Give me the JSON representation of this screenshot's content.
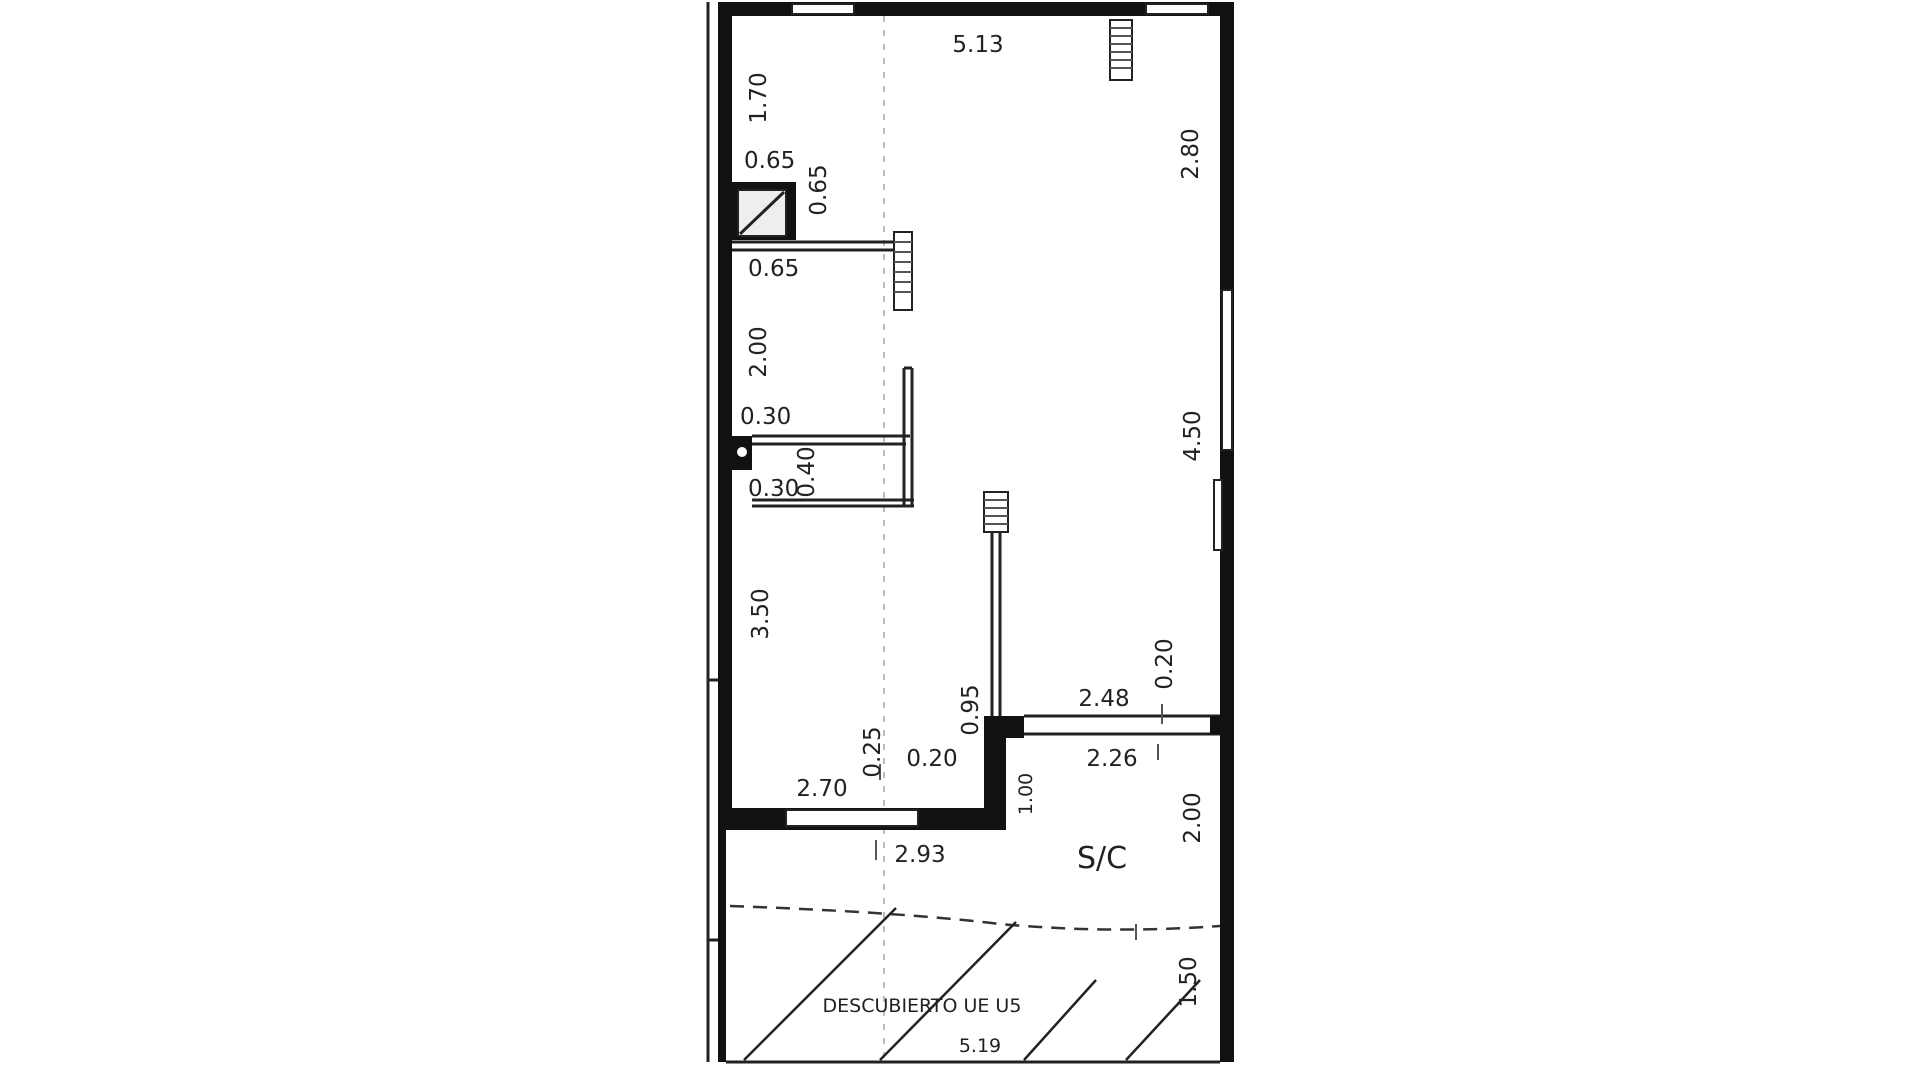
{
  "plan": {
    "dimensions": {
      "top_width": "5.13",
      "left_upper": "1.70",
      "shaft_width": "0.65",
      "shaft_height": "0.65",
      "shaft_bottom": "0.65",
      "right_upper": "2.80",
      "left_middle": "2.00",
      "column_top": "0.30",
      "column_height": "0.40",
      "column_bottom": "0.30",
      "right_middle": "4.50",
      "left_lower": "3.50",
      "partition_offset": "0.95",
      "balcony_wall": "0.20",
      "balcony_width": "2.48",
      "balcony_inner": "2.26",
      "front_depth": "0.25",
      "front_wall": "0.20",
      "front_width": "2.70",
      "step_height": "1.00",
      "front_total": "2.93",
      "sc_depth": "2.00",
      "open_depth": "1.50",
      "open_width": "5.19"
    },
    "labels": {
      "covered_area": "S/C",
      "uncovered_area": "DESCUBIERTO UE U5"
    }
  }
}
